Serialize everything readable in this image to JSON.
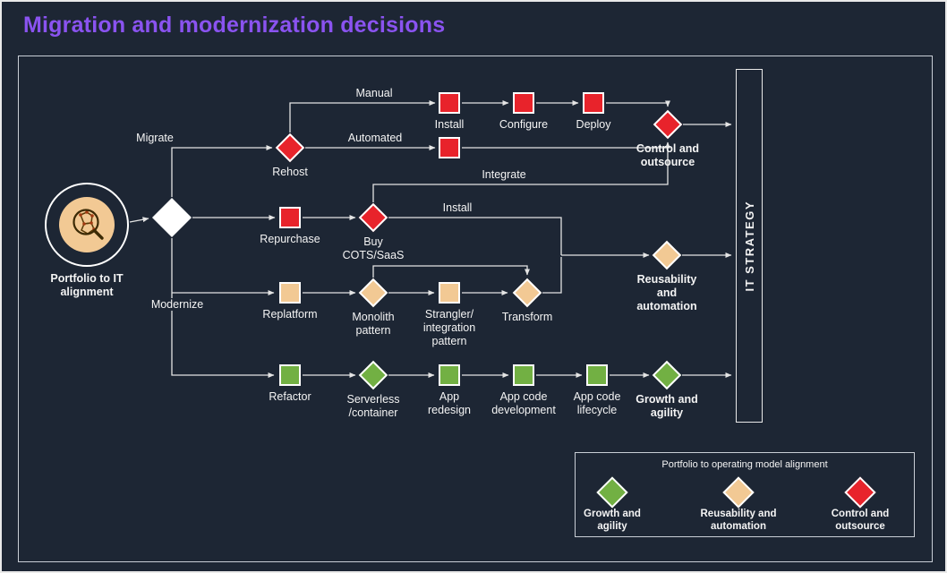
{
  "title": "Migration and modernization decisions",
  "colors": {
    "background": "#1d2634",
    "purple": "#8a53f0",
    "red": "#e8232b",
    "tan": "#f2c994",
    "green": "#72b043"
  },
  "nodes": {
    "start": "Portfolio to IT\nalignment",
    "rehost": "Rehost",
    "install_top": "Install",
    "configure": "Configure",
    "deploy": "Deploy",
    "control": "Control and\noutsource",
    "repurchase": "Repurchase",
    "buy_cots": "Buy\nCOTS/SaaS",
    "replatform": "Replatform",
    "monolith": "Monolith\npattern",
    "strangler": "Strangler/\nintegration\npattern",
    "transform": "Transform",
    "reusability": "Reusability\nand\nautomation",
    "refactor": "Refactor",
    "serverless": "Serverless\n/container",
    "app_redesign": "App\nredesign",
    "app_code_dev": "App code\ndevelopment",
    "app_code_lifecycle": "App code\nlifecycle",
    "growth": "Growth and\nagility"
  },
  "edge_labels": {
    "migrate": "Migrate",
    "modernize": "Modernize",
    "manual": "Manual",
    "automated": "Automated",
    "integrate": "Integrate",
    "install": "Install"
  },
  "it_strategy": "IT STRATEGY",
  "legend": {
    "title": "Portfolio to operating model alignment",
    "items": [
      {
        "label": "Growth and\nagility",
        "color": "green"
      },
      {
        "label": "Reusability and\nautomation",
        "color": "tan"
      },
      {
        "label": "Control and\noutsource",
        "color": "red"
      }
    ]
  }
}
